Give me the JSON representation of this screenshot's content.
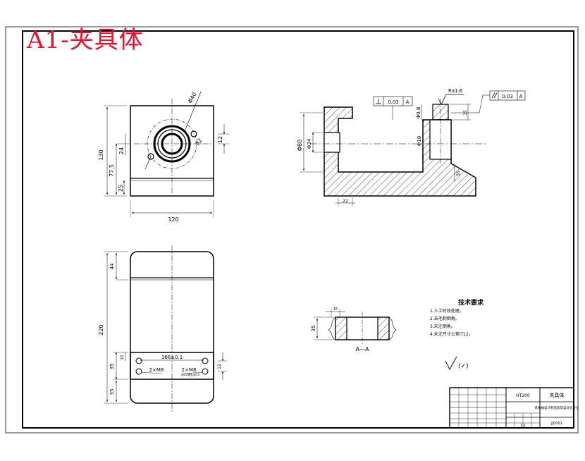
{
  "sheet_title": "A1-夹具体",
  "title_color": "#e8112d",
  "front_view": {
    "dim_120": "120",
    "dim_130": "130",
    "dim_77_5": "77.5",
    "dim_24": "24",
    "dim_25": "25",
    "dim_12": "12",
    "dim_phi40": "Φ40",
    "dim_32": "32"
  },
  "section_view": {
    "dim_phi80": "Φ80",
    "dim_phi34": "Φ34",
    "dim_22": "22",
    "dim_phi18": "Φ18",
    "dim_phi0_8": "Φ0.8",
    "dim_15": "15",
    "dim_right_vert": "50",
    "tol_perp_value": "0.03",
    "tol_perp_datum": "A",
    "tol_par_value": "0.03",
    "tol_par_datum": "A",
    "roughness": "Ra1.6"
  },
  "top_view": {
    "dim_44": "44",
    "dim_220": "220",
    "dim_35a": "35",
    "dim_35b": "35",
    "dim_10": "10",
    "dim_12": "12",
    "dim_166": "166±0.1",
    "note_left": "2×M8",
    "note_right": "2×M8",
    "note_right_sub": "深22通孔深15"
  },
  "detail_view": {
    "label": "A—A",
    "dim_35": "35",
    "dim_top": "15"
  },
  "tech_req": {
    "title": "技术要求",
    "items": [
      "1.人工时效处理。",
      "2.去毛刺倒角。",
      "3.未注倒角。",
      "4.未注尺寸公差IT12。"
    ]
  },
  "title_block": {
    "material": "HT200",
    "school": "某机械设计制造及其自动化专业",
    "part_name": "夹具体",
    "drawing_no": "JJ0001",
    "scale": "1:1"
  }
}
